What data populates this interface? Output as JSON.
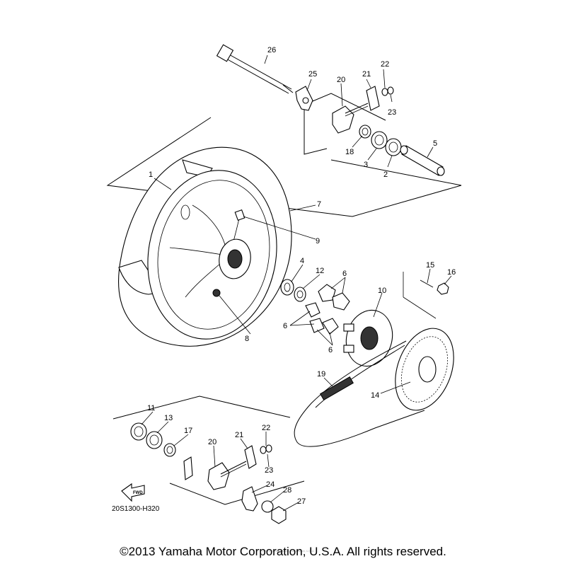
{
  "diagram_code": "20S1300-H320",
  "fwd_label": "FWD",
  "copyright": "©2013 Yamaha Motor Corporation, U.S.A. All rights reserved.",
  "watermark": "©2013 Yamaha Motor Corporation, U.S.A.",
  "callouts": {
    "p1": "1",
    "p2": "2",
    "p3": "3",
    "p4": "4",
    "p5": "5",
    "p6a": "6",
    "p6b": "6",
    "p6c": "6",
    "p7": "7",
    "p8": "8",
    "p9": "9",
    "p10": "10",
    "p11": "11",
    "p12": "12",
    "p13": "13",
    "p14": "14",
    "p15": "15",
    "p16": "16",
    "p17": "17",
    "p18": "18",
    "p19": "19",
    "p20a": "20",
    "p20b": "20",
    "p21a": "21",
    "p21b": "21",
    "p22a": "22",
    "p22b": "22",
    "p23a": "23",
    "p23b": "23",
    "p24": "24",
    "p25": "25",
    "p26": "26",
    "p27": "27",
    "p28": "28"
  }
}
